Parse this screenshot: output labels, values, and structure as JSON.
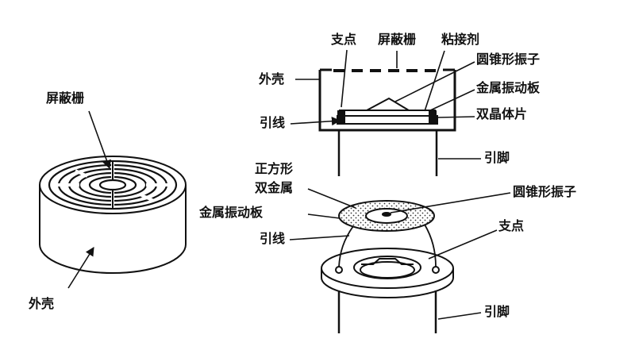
{
  "colors": {
    "ink": "#111111",
    "background": "#ffffff"
  },
  "left": {
    "shield_grid": "屏蔽栅",
    "housing": "外壳"
  },
  "section": {
    "support_point": "支点",
    "shield_grid": "屏蔽栅",
    "adhesive": "粘接剂",
    "housing": "外壳",
    "cone_vibrator": "圆锥形振子",
    "metal_plate": "金属振动板",
    "bimorph": "双晶体片",
    "lead_wire": "引线",
    "pin": "引脚"
  },
  "exploded": {
    "square_bimetal_1": "正方形",
    "square_bimetal_2": "双金属",
    "cone_vibrator": "圆锥形振子",
    "metal_plate": "金属振动板",
    "support_point": "支点",
    "lead_wire": "引线",
    "pin": "引脚"
  }
}
